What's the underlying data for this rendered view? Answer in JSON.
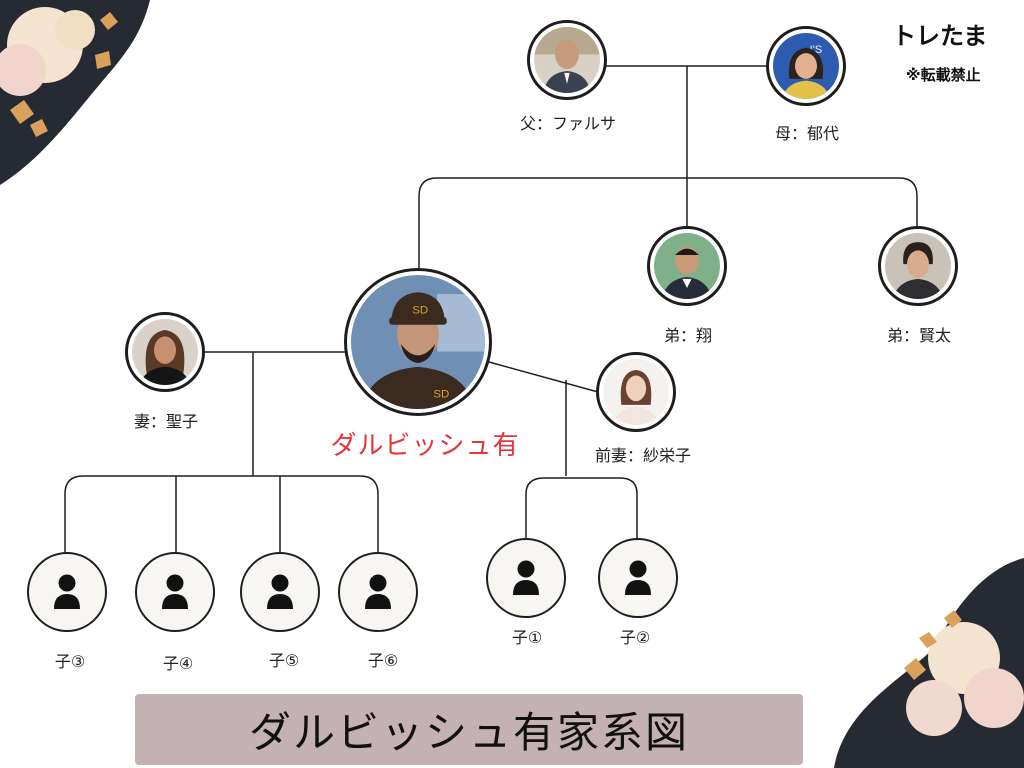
{
  "header": {
    "brand": "トレたま",
    "notice": "※転載禁止"
  },
  "title": "ダルビッシュ有家系図",
  "people": {
    "father": {
      "label": "父：ファルサ",
      "icon": "father-photo"
    },
    "mother": {
      "label": "母：郁代",
      "icon": "mother-photo"
    },
    "brother1": {
      "label": "弟：翔",
      "icon": "brother-photo"
    },
    "brother2": {
      "label": "弟：賢太",
      "icon": "brother-photo"
    },
    "main": {
      "label": "ダルビッシュ有",
      "icon": "main-person-photo",
      "color": "#e8353a"
    },
    "wife": {
      "label": "妻：聖子",
      "icon": "wife-photo"
    },
    "exwife": {
      "label": "前妻：紗栄子",
      "icon": "ex-wife-photo"
    }
  },
  "children": [
    {
      "label": "子③",
      "icon": "person-silhouette-icon"
    },
    {
      "label": "子④",
      "icon": "person-silhouette-icon"
    },
    {
      "label": "子⑤",
      "icon": "person-silhouette-icon"
    },
    {
      "label": "子⑥",
      "icon": "person-silhouette-icon"
    },
    {
      "label": "子①",
      "icon": "person-silhouette-icon"
    },
    {
      "label": "子②",
      "icon": "person-silhouette-icon"
    }
  ],
  "colors": {
    "title_bg": "#c4b1b4",
    "accent": "#e8353a",
    "line": "#1e1e1e"
  }
}
